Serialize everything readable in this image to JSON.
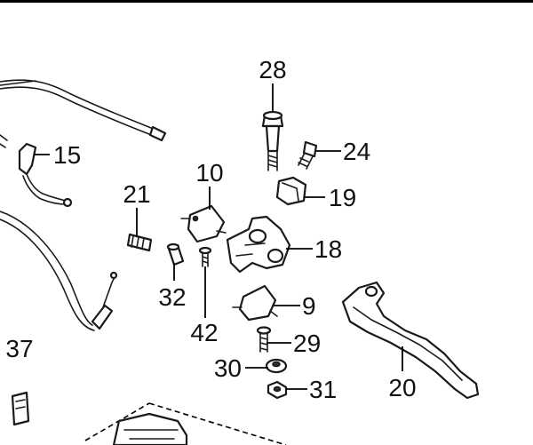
{
  "diagram": {
    "callouts": {
      "c28": "28",
      "c24": "24",
      "c15": "15",
      "c10": "10",
      "c19": "19",
      "c21": "21",
      "c18": "18",
      "c32": "32",
      "c9": "9",
      "c42": "42",
      "c29": "29",
      "c37": "37",
      "c30": "30",
      "c20": "20",
      "c31": "31"
    }
  }
}
